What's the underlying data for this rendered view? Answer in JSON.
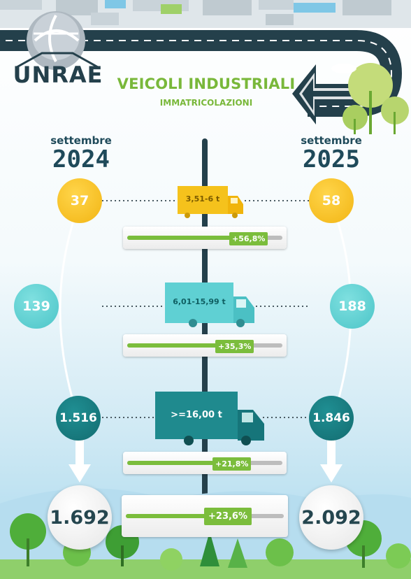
{
  "header": {
    "logo_text": "UNRAE",
    "title": "VEICOLI INDUSTRIALI",
    "subtitle": "IMMATRICOLAZIONI"
  },
  "columns": {
    "left": {
      "month": "settembre",
      "year": "2024"
    },
    "right": {
      "month": "settembre",
      "year": "2025"
    }
  },
  "rows": [
    {
      "segment": "3,51-6 t",
      "value_2024": "37",
      "value_2025": "58",
      "change": "+56,8%",
      "change_pct": 56.8,
      "color": "#f5bd1f"
    },
    {
      "segment": "6,01-15,99 t",
      "value_2024": "139",
      "value_2025": "188",
      "change": "+35,3%",
      "change_pct": 35.3,
      "color": "#5ccdd0"
    },
    {
      "segment": ">=16,00 t",
      "value_2024": "1.516",
      "value_2025": "1.846",
      "change": "+21,8%",
      "change_pct": 21.8,
      "color": "#17797d"
    }
  ],
  "total": {
    "value_2024": "1.692",
    "value_2025": "2.092",
    "change": "+23,6%",
    "change_pct": 23.6
  },
  "colors": {
    "accent_green": "#79b83a",
    "road": "#24404b",
    "dark_text": "#1f4a5a"
  }
}
